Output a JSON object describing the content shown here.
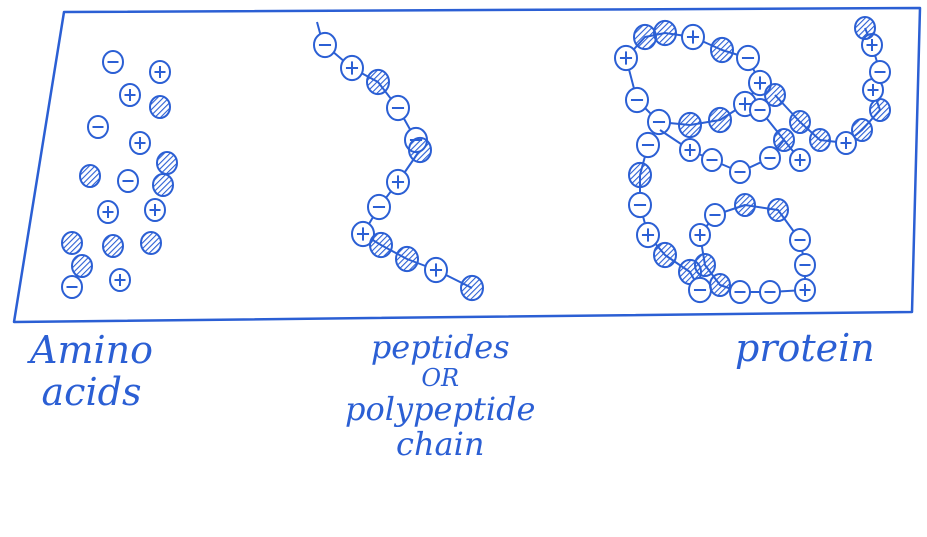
{
  "ink_color": "#2b5fd4",
  "paper_color": "#ffffff",
  "panels": [
    {
      "name": "amino-acids",
      "caption_lines": [
        "Amino",
        "acids"
      ]
    },
    {
      "name": "peptides",
      "caption_lines": [
        "peptides",
        "OR",
        "polypeptide",
        "chain"
      ]
    },
    {
      "name": "protein",
      "caption_lines": [
        "protein"
      ]
    }
  ],
  "bead_types": [
    "minus",
    "plus",
    "hatched"
  ]
}
